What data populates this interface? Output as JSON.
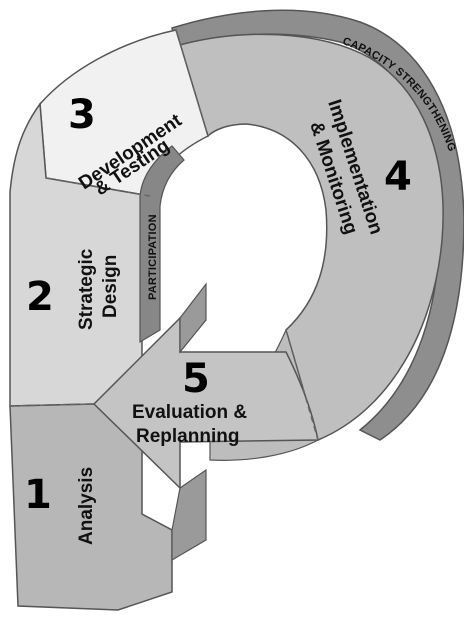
{
  "diagram": {
    "stages": [
      {
        "number": "1",
        "label": "Analysis"
      },
      {
        "number": "2",
        "label_lines": [
          "Strategic",
          "Design"
        ]
      },
      {
        "number": "3",
        "label_lines": [
          "Development",
          "& Testing"
        ]
      },
      {
        "number": "4",
        "label_lines": [
          "Implementation",
          "& Monitoring"
        ]
      },
      {
        "number": "5",
        "label_lines": [
          "Evaluation &",
          "Replanning"
        ]
      }
    ],
    "band_labels": {
      "outer": "CAPACITY STRENGTHENING",
      "inner": "PARTICIPATION"
    },
    "colors": {
      "stage1": "#b7b7b7",
      "stage2": "#d7d7d7",
      "stage3": "#f1f1f1",
      "stage4": "#bfbfbf",
      "stage5_arrow": "#c4c4c4",
      "outer_band": "#8e8e8e",
      "inner_band": "#878787",
      "outline": "#555555"
    }
  }
}
